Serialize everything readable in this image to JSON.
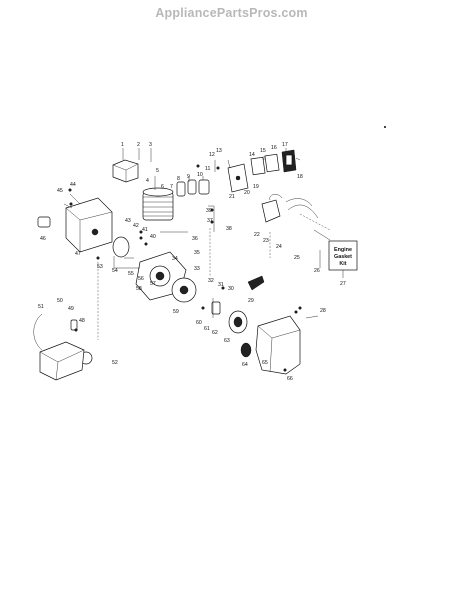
{
  "header": {
    "watermark": "AppliancePartsPros.com"
  },
  "kit_box": {
    "line1": "Engine",
    "line2": "Gasket",
    "line3": "Kit",
    "ref": "27"
  },
  "callouts": {
    "c1": "1",
    "c2": "2",
    "c3": "3",
    "c4": "4",
    "c5": "5",
    "c6": "6",
    "c7": "7",
    "c8": "8",
    "c9": "9",
    "c10": "10",
    "c11": "11",
    "c12": "12",
    "c13": "13",
    "c14": "14",
    "c15": "15",
    "c16": "16",
    "c17": "17",
    "c18": "18",
    "c19": "19",
    "c20": "20",
    "c21": "21",
    "c22": "22",
    "c23": "23",
    "c24": "24",
    "c25": "25",
    "c26": "26",
    "c28": "28",
    "c29": "29",
    "c30": "30",
    "c31": "31",
    "c32": "32",
    "c33": "33",
    "c34": "34",
    "c35": "35",
    "c36": "36",
    "c37": "37",
    "c38": "38",
    "c39": "39",
    "c40": "40",
    "c41": "41",
    "c42": "42",
    "c43": "43",
    "c44": "44",
    "c45": "45",
    "c46": "46",
    "c47": "47",
    "c48": "48",
    "c49": "49",
    "c50": "50",
    "c51": "51",
    "c52": "52",
    "c53": "53",
    "c54": "54",
    "c55": "55",
    "c56": "56",
    "c57": "57",
    "c58": "58",
    "c59": "59",
    "c60": "60",
    "c61": "61",
    "c62": "62",
    "c63": "63",
    "c64": "64",
    "c65": "65",
    "c66": "66"
  }
}
